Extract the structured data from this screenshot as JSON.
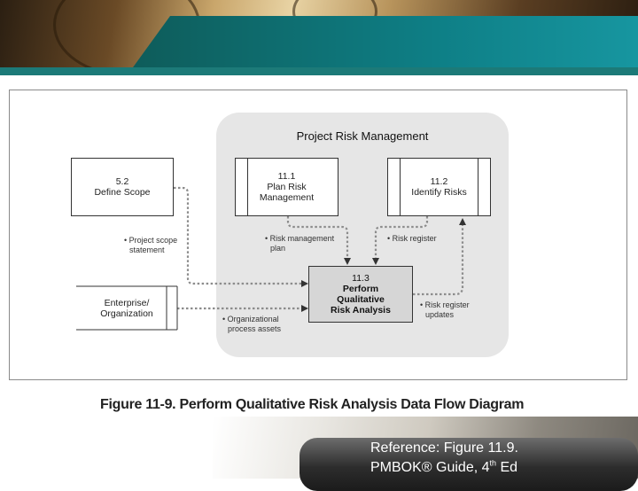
{
  "panel": {
    "title": "Project Risk Management"
  },
  "processes": {
    "define_scope": {
      "num": "5.2",
      "name": "Define Scope"
    },
    "plan_risk": {
      "num": "11.1",
      "line1": "Plan Risk",
      "line2": "Management"
    },
    "identify_risks": {
      "num": "11.2",
      "name": "Identify Risks"
    },
    "qualitative": {
      "num": "11.3",
      "line1": "Perform",
      "line2": "Qualitative",
      "line3": "Risk Analysis"
    }
  },
  "external": {
    "line1": "Enterprise/",
    "line2": "Organization"
  },
  "flows": {
    "scope_statement": {
      "line1": "• Project scope",
      "line2": "statement"
    },
    "risk_mgmt_plan": {
      "line1": "• Risk management",
      "line2": "plan"
    },
    "risk_register": {
      "line1": "• Risk register"
    },
    "register_updates": {
      "line1": "• Risk register",
      "line2": "updates"
    },
    "org_assets": {
      "line1": "• Organizational",
      "line2": "process assets"
    }
  },
  "caption": "Figure 11-9. Perform Qualitative Risk Analysis Data Flow Diagram",
  "reference": {
    "line1": "Reference: Figure 11.9.",
    "line2_pre": "PMBOK® Guide, 4",
    "line2_sup": "th",
    "line2_post": " Ed"
  },
  "colors": {
    "teal": "#0e7f86",
    "panel": "#e6e6e6",
    "center_box": "#d6d6d6"
  }
}
